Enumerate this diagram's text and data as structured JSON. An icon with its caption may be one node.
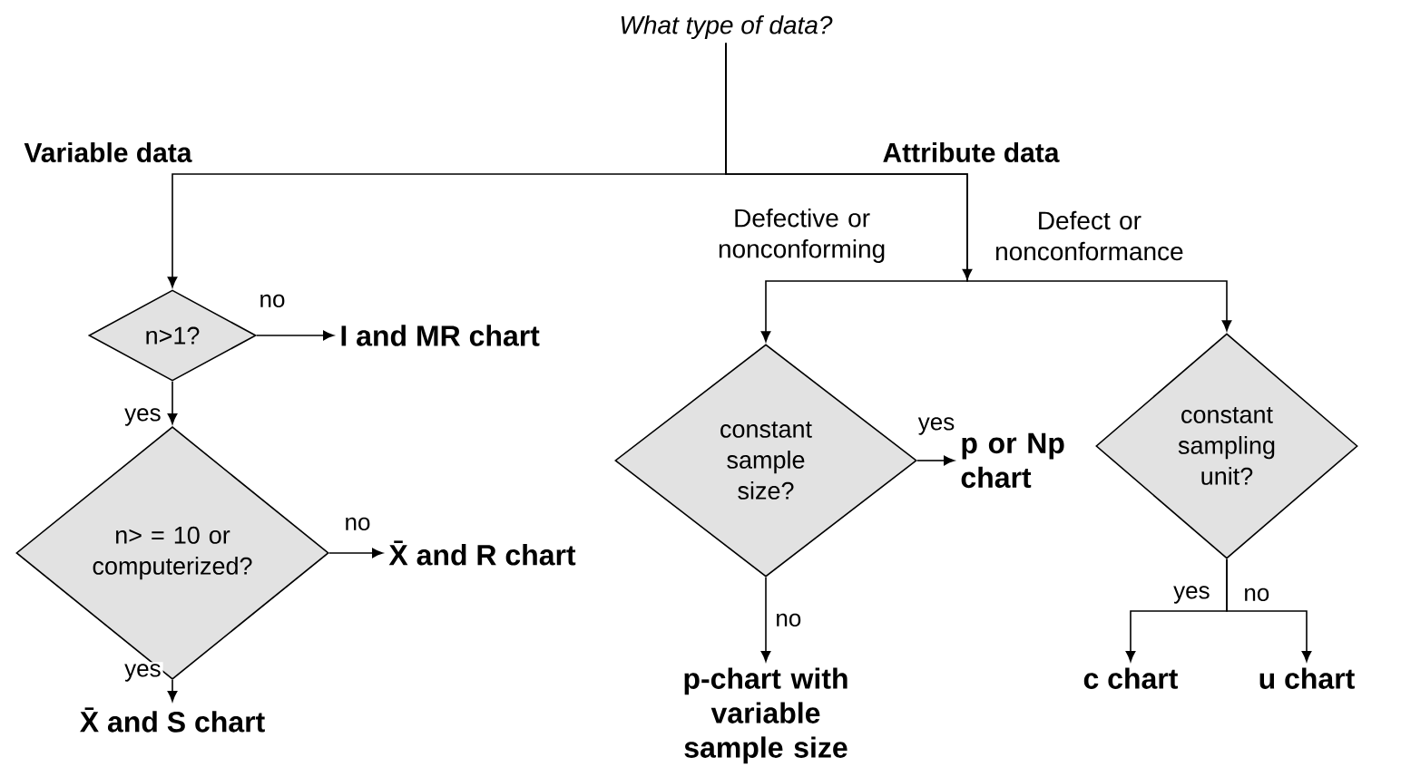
{
  "diagram": {
    "nodes": [
      {
        "text": [
          "What type of data?"
        ]
      },
      {
        "text": [
          "n>1?"
        ]
      },
      {
        "text": [
          "I and MR chart"
        ]
      },
      {
        "text": [
          "n> = 10 or computerized?"
        ]
      },
      {
        "text": [
          "X̄ and R chart"
        ]
      },
      {
        "text": [
          "X̄ and S chart"
        ]
      },
      {
        "text": [
          "constant sample size?"
        ]
      },
      {
        "text": [
          "p or Np chart"
        ]
      },
      {
        "text": [
          "p-chart with variable sample size"
        ]
      },
      {
        "text": [
          "constant sampling unit?"
        ]
      },
      {
        "text": [
          "c chart"
        ]
      },
      {
        "text": [
          "u chart"
        ]
      }
    ],
    "edges": [
      {
        "from": 0,
        "to": 1,
        "arrow": "to",
        "label": "Variable data"
      },
      {
        "from": 0,
        "to": 6,
        "arrow": "to",
        "label": "Defective or nonconforming"
      },
      {
        "from": 0,
        "to": 9,
        "arrow": "to",
        "label": "Defect or nonconformance"
      },
      {
        "from": 1,
        "to": 2,
        "arrow": "to",
        "label": "no"
      },
      {
        "from": 1,
        "to": 3,
        "arrow": "to",
        "label": "yes"
      },
      {
        "from": 3,
        "to": 4,
        "arrow": "to",
        "label": "no"
      },
      {
        "from": 3,
        "to": 5,
        "arrow": "to",
        "label": "yes"
      },
      {
        "from": 6,
        "to": 7,
        "arrow": "to",
        "label": "yes"
      },
      {
        "from": 6,
        "to": 8,
        "arrow": "to",
        "label": "no"
      },
      {
        "from": 9,
        "to": 10,
        "arrow": "to",
        "label": "yes"
      },
      {
        "from": 9,
        "to": 11,
        "arrow": "to",
        "label": "no"
      }
    ],
    "labels": [
      "Attribute data"
    ]
  }
}
